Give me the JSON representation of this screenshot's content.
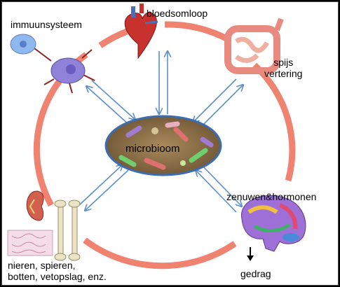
{
  "labels": {
    "immuunsysteem": "immuunsysteem",
    "bloedsomloop": "bloedsomloop",
    "spijs": "spijs",
    "vertering": "vertering",
    "microbioom": "microbioom",
    "zenuwen_hormonen": "zenuwen&hormonen",
    "nieren_line1": "nieren, spieren,",
    "nieren_line2": "botten, vetopslag, enz.",
    "gedrag": "gedrag"
  },
  "icons": {
    "immune": "immune-cells-icon",
    "heart": "heart-icon",
    "intestines": "intestines-icon",
    "microbiome": "bacteria-icon",
    "brain": "brain-icon",
    "kidney": "kidney-icon",
    "bones": "bones-icon"
  },
  "colors": {
    "circle": "#f08270",
    "arrow": "#5b8fc9",
    "microbiome_bg": "#8b7048",
    "microbiome_border": "#3b6db3"
  }
}
